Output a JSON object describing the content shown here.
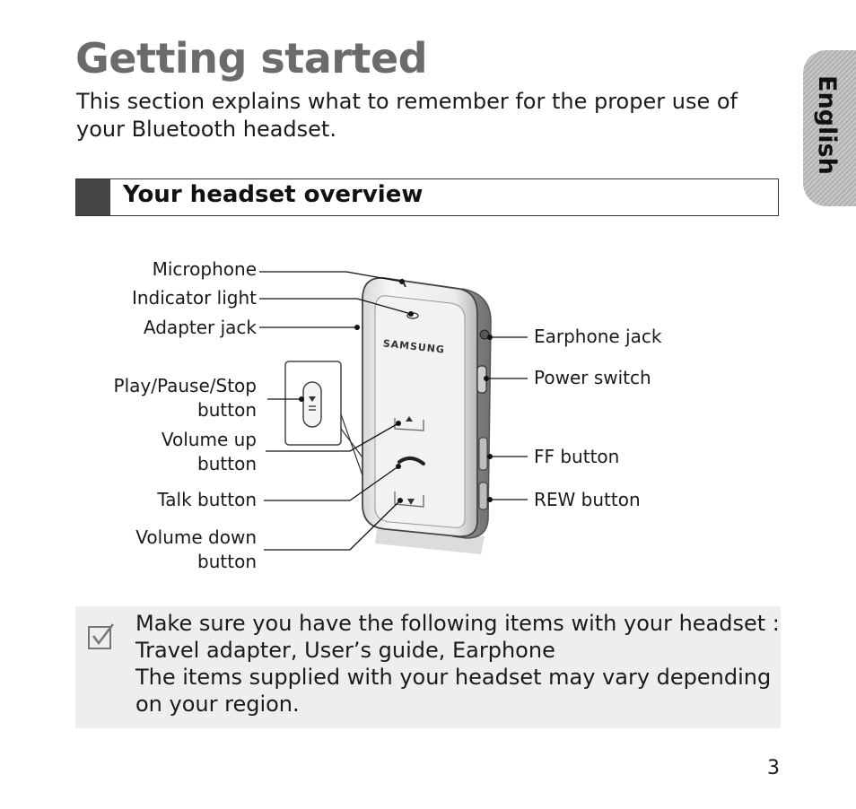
{
  "page": {
    "title": "Getting started",
    "intro": "This section explains what to remember for the proper use of your Bluetooth headset.",
    "language_tab": "English",
    "section_heading": "Your headset overview",
    "page_number": "3"
  },
  "diagram": {
    "brand": "SAMSUNG",
    "left_labels": {
      "microphone": "Microphone",
      "indicator": "Indicator light",
      "adapter": "Adapter jack",
      "play_line1": "Play/Pause/Stop",
      "play_line2": "button",
      "volup_line1": "Volume up",
      "volup_line2": "button",
      "talk": "Talk button",
      "voldown_line1": "Volume down",
      "voldown_line2": "button"
    },
    "right_labels": {
      "earphone": "Earphone jack",
      "power": "Power switch",
      "ff": "FF button",
      "rew": "REW button"
    }
  },
  "note": {
    "line1": "Make sure you have the following items with your headset :",
    "line2": "Travel adapter, User’s guide, Earphone",
    "line3": "The items supplied with your headset may vary depending",
    "line4": "on your region."
  },
  "colors": {
    "title": "#6b6b6b",
    "note_background": "#eeeeee",
    "heading_block": "#444444"
  }
}
